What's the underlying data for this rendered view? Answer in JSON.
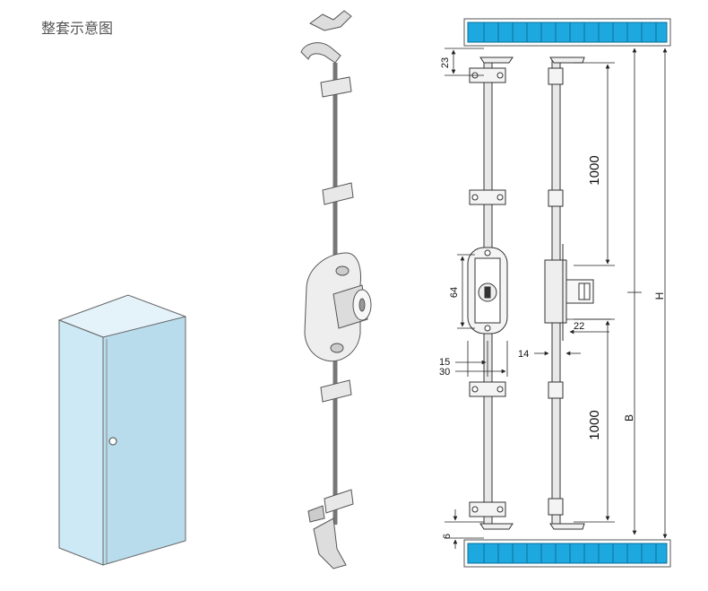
{
  "title": "整套示意图",
  "dimensions": {
    "top_offset": "23",
    "upper_length": "1000",
    "lock_height": "64",
    "offset_22": "22",
    "offset_14": "14",
    "offset_15": "15",
    "offset_30": "30",
    "lower_length": "1000",
    "bottom_offset": "6",
    "label_h": "H",
    "label_b": "B"
  },
  "colors": {
    "cabinet_face": "#cde9f5",
    "frame_blue": "#1ea8e0",
    "line": "#333333"
  }
}
